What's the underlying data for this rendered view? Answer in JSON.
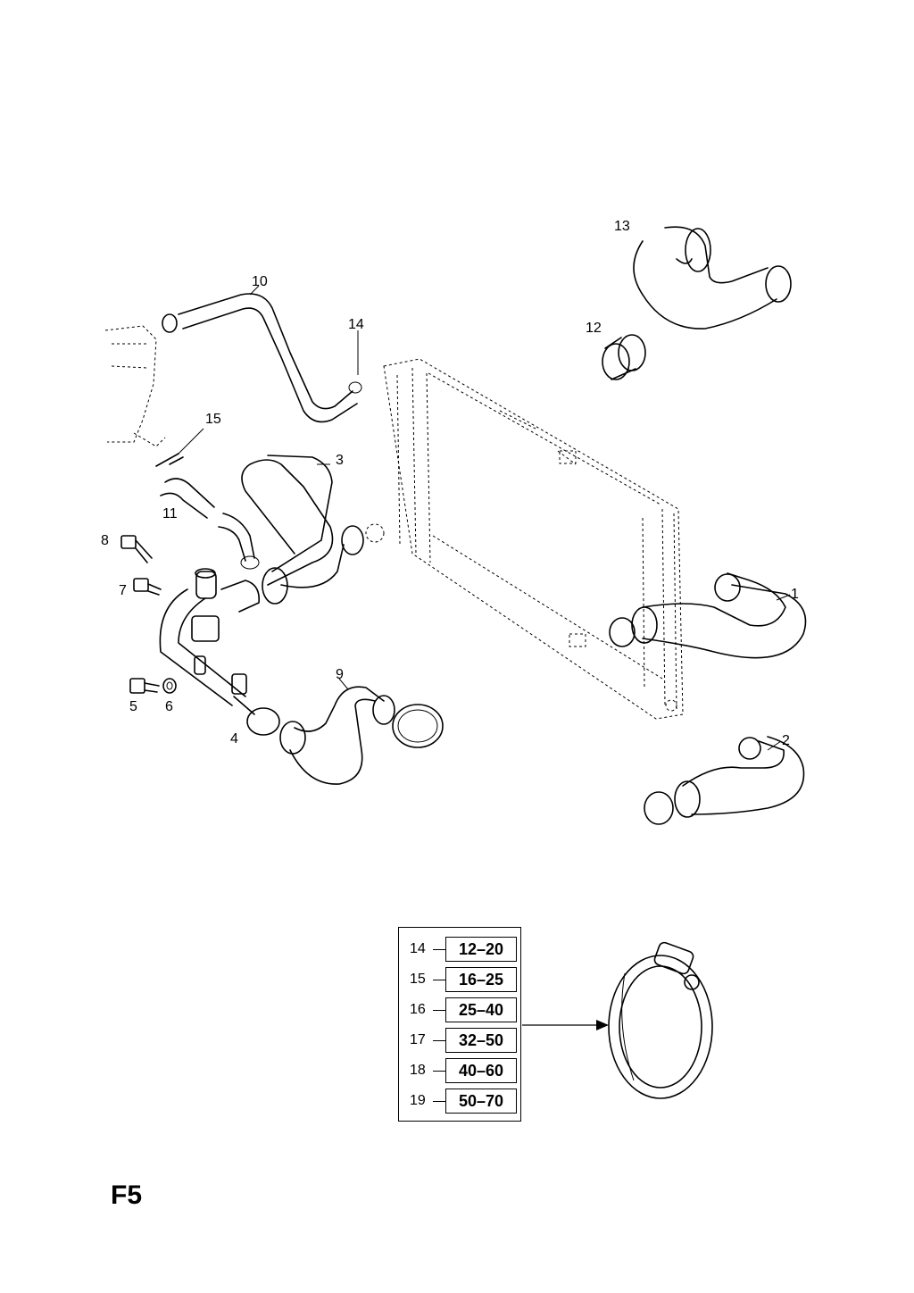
{
  "callouts": {
    "c1": "1",
    "c2": "2",
    "c3": "3",
    "c4": "4",
    "c5": "5",
    "c6": "6",
    "c7": "7",
    "c8": "8",
    "c9": "9",
    "c10": "10",
    "c11": "11",
    "c12": "12",
    "c13": "13",
    "c14": "14",
    "c15": "15"
  },
  "clamp_table": {
    "rows": [
      {
        "number": "14",
        "range": "12–20"
      },
      {
        "number": "15",
        "range": "16–25"
      },
      {
        "number": "16",
        "range": "25–40"
      },
      {
        "number": "17",
        "range": "32–50"
      },
      {
        "number": "18",
        "range": "40–60"
      },
      {
        "number": "19",
        "range": "50–70"
      }
    ]
  },
  "page_label": "F5"
}
